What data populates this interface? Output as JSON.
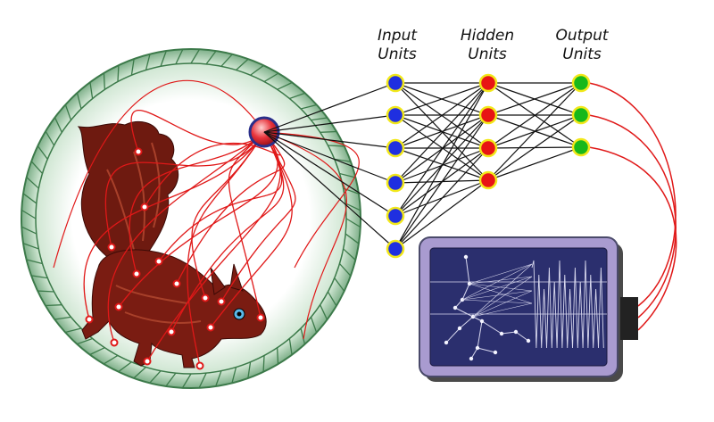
{
  "network": {
    "columns": [
      {
        "id": "input",
        "line1": "Input",
        "line2": "Units",
        "color": "#1f2fe0",
        "count": 6
      },
      {
        "id": "hidden",
        "line1": "Hidden",
        "line2": "Units",
        "color": "#e81414",
        "count": 4
      },
      {
        "id": "output",
        "line1": "Output",
        "line2": "Units",
        "color": "#18b81a",
        "count": 3
      }
    ],
    "node_border_color": "#f2e81a",
    "edge_color": "#111111"
  },
  "wheel": {
    "rim_color": "#3c7a4a",
    "glow_color": "#bfe0c4"
  },
  "squirrel": {
    "fur_color": "#7a1c12",
    "highlight_color": "#a8402a"
  },
  "sensor_node": {
    "color": "#e0303a",
    "ring_color": "#2a2f8a"
  },
  "nerve_color": "#e01818",
  "monitor": {
    "frame_color": "#a99bd0",
    "screen_color": "#2b2f6e",
    "trace_color": "#d8d8ee"
  }
}
